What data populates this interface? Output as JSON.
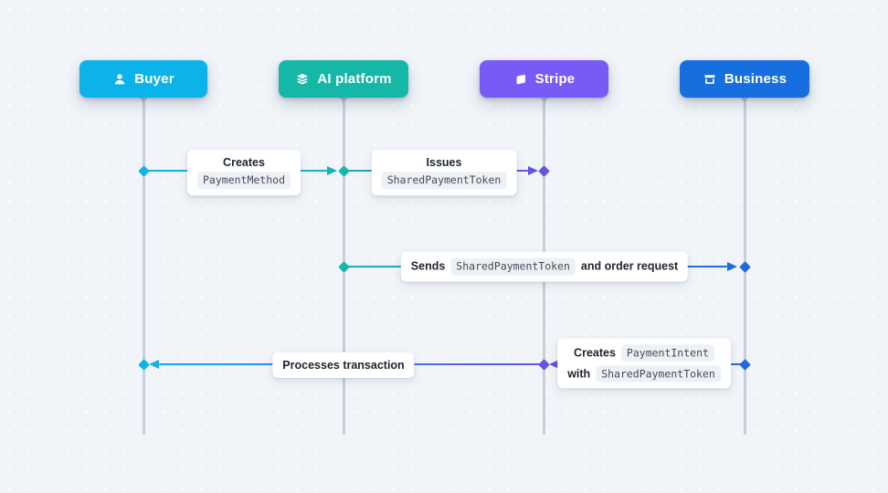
{
  "diagram": {
    "actors": [
      {
        "label": "Buyer",
        "icon": "user-icon",
        "color": "#0cb3ea"
      },
      {
        "label": "AI platform",
        "icon": "layers-icon",
        "color": "#15b8a7"
      },
      {
        "label": "Stripe",
        "icon": "stripe-flag-icon",
        "color": "#7a5af7"
      },
      {
        "label": "Business",
        "icon": "storefront-icon",
        "color": "#166edf"
      }
    ],
    "messages": [
      {
        "from": "Buyer",
        "to": "AI platform",
        "text": "Creates",
        "code": "PaymentMethod"
      },
      {
        "from": "AI platform",
        "to": "Stripe",
        "text": "Issues",
        "code": "SharedPaymentToken"
      },
      {
        "from": "AI platform",
        "to": "Business",
        "pre": "Sends",
        "code": "SharedPaymentToken",
        "post": "and order request"
      },
      {
        "from": "Stripe",
        "to": "Buyer",
        "text": "Processes transaction"
      },
      {
        "from": "Business",
        "to": "Stripe",
        "line1_text": "Creates",
        "line1_code": "PaymentIntent",
        "line2_text": "with",
        "line2_code": "SharedPaymentToken"
      }
    ],
    "colors": {
      "buyer_accent": "#0db4e8",
      "ai_platform_accent": "#14b7ab",
      "stripe_accent": "#6156e0",
      "business_accent": "#2068e0",
      "lifeline": "#c7cfd9",
      "card_background": "#ffffff",
      "code_chip_background": "#edf0f4",
      "page_background": "#f1f5f9"
    }
  }
}
